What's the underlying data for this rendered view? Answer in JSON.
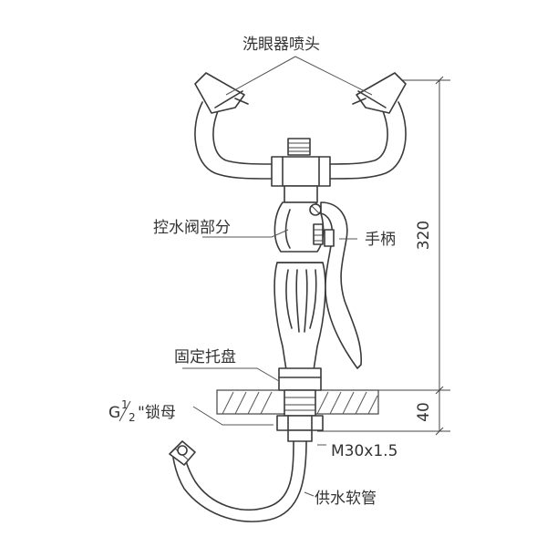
{
  "labels": {
    "nozzle": "洗眼器喷头",
    "valve": "控水阀部分",
    "handle": "手柄",
    "tray": "固定托盘",
    "nut_prefix": "G",
    "nut_fraction_num": "1",
    "nut_fraction_den": "2",
    "nut_suffix": "\"锁母",
    "thread": "M30x1.5",
    "hose": "供水软管"
  },
  "dimensions": {
    "height_total": "320",
    "height_mount": "40"
  }
}
